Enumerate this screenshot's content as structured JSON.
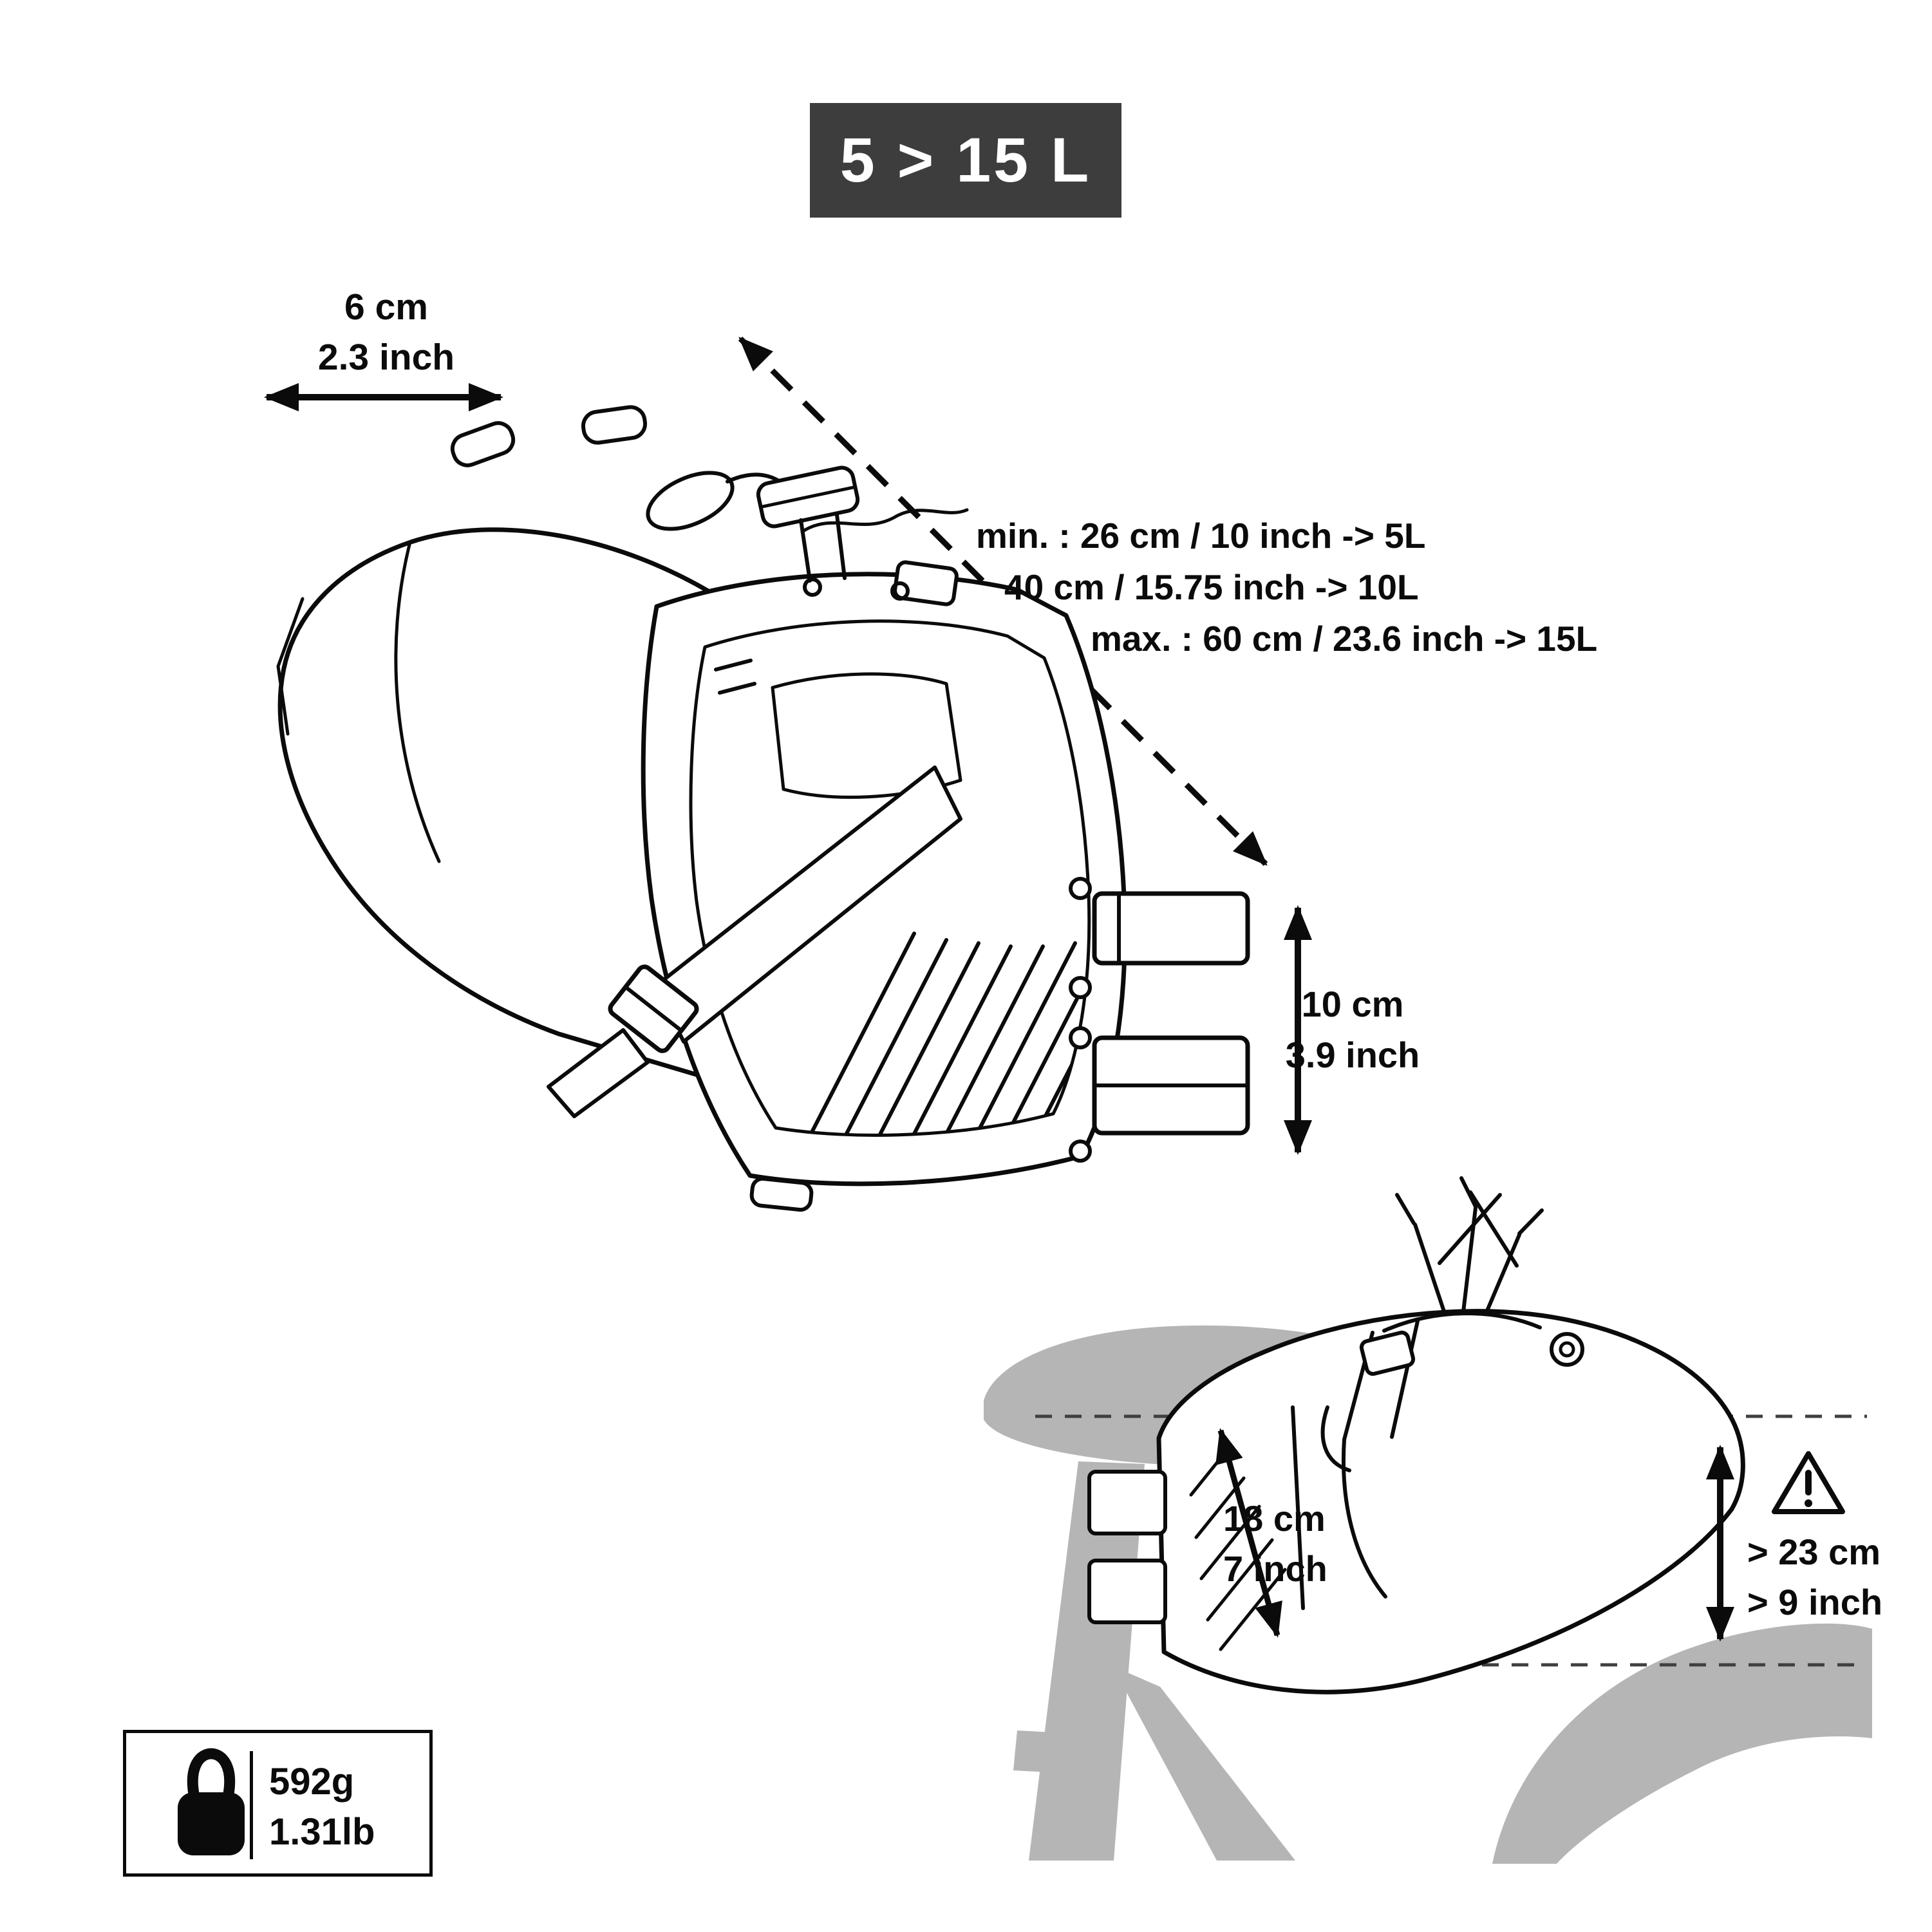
{
  "badge": {
    "label": "5 > 15 L",
    "bg_color": "#3d3d3d",
    "text_color": "#ffffff"
  },
  "annotations": {
    "width": {
      "metric": "6 cm",
      "imperial": "2.3 inch"
    },
    "length_specs": [
      "min. : 26 cm / 10 inch -> 5L",
      "40 cm / 15.75 inch -> 10L",
      "max. : 60 cm / 23.6 inch -> 15L"
    ],
    "height": {
      "metric": "10 cm",
      "imperial": "3.9 inch"
    },
    "depth": {
      "metric": "18 cm",
      "imperial": "7 inch"
    },
    "clearance": {
      "metric": "> 23 cm",
      "imperial": "> 9 inch"
    }
  },
  "weight": {
    "metric": "592g",
    "imperial": "1.31lb"
  },
  "icons": {
    "weight": "weight-icon",
    "warning": "warning-triangle-icon"
  },
  "colors": {
    "ink": "#0b0b0b",
    "silhouette": "#b5b5b5",
    "badge_bg": "#3d3d3d",
    "background": "#ffffff"
  }
}
